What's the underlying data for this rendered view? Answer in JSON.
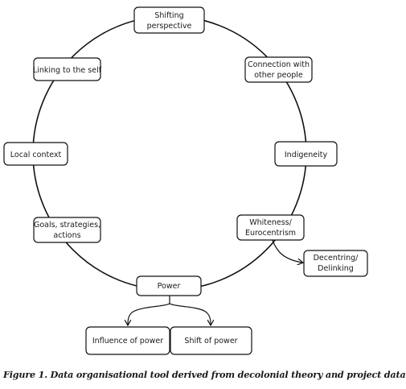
{
  "nodes": {
    "shifting_perspective": [
      "Shifting",
      "perspective"
    ],
    "connection": [
      "Connection with",
      "other people"
    ],
    "indigeneity": [
      "Indigeneity"
    ],
    "whiteness": [
      "Whiteness/",
      "Eurocentrism"
    ],
    "decentring": [
      "Decentring/",
      "Delinking"
    ],
    "power": [
      "Power"
    ],
    "influence_of_power": [
      "Influence of power"
    ],
    "shift_of_power": [
      "Shift of power"
    ],
    "goals": [
      "Goals, strategies,",
      "actions"
    ],
    "local_context": [
      "Local context"
    ],
    "linking_self": [
      "Linking to the self"
    ]
  },
  "caption": "Figure 1. Data organisational tool derived from decolonial theory and project data",
  "colors": {
    "line": "#111111",
    "box_fill": "#ffffff",
    "box_stroke": "#111111",
    "text": "#1a1a1a"
  }
}
